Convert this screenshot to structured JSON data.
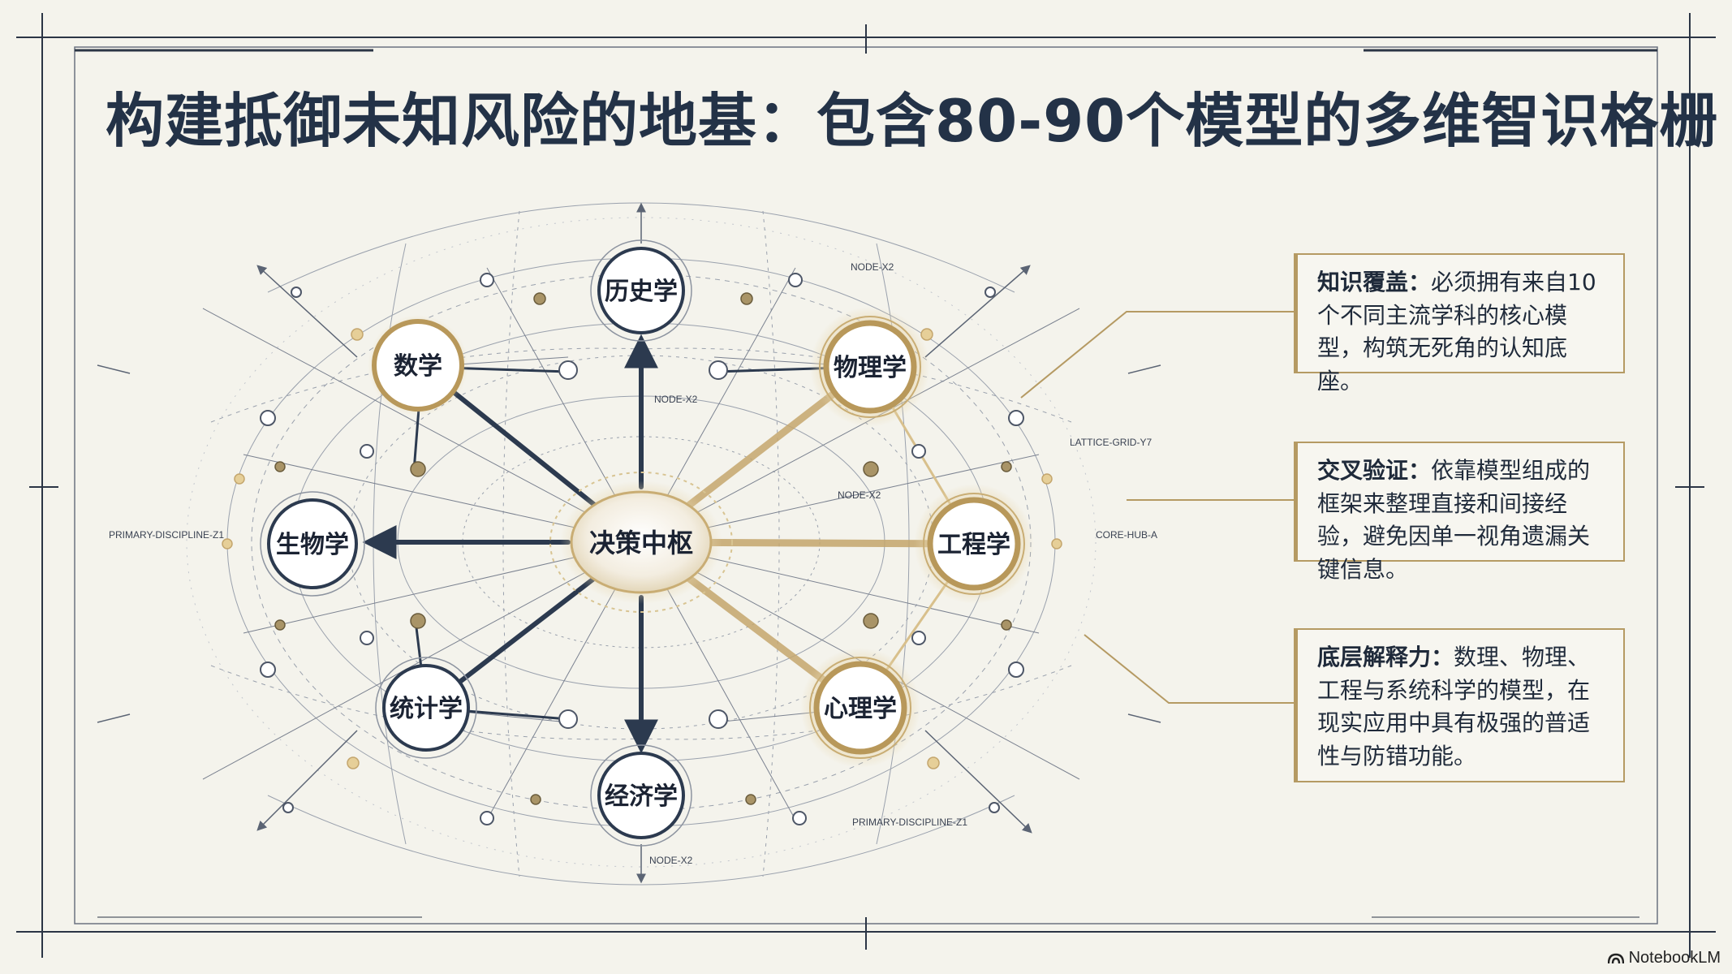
{
  "title": "构建抵御未知风险的地基：包含80-90个模型的多维智识格栅",
  "hub": {
    "label": "决策中枢"
  },
  "nodes": {
    "history": "历史学",
    "physics": "物理学",
    "engineering": "工程学",
    "psychology": "心理学",
    "economics": "经济学",
    "statistics": "统计学",
    "biology": "生物学",
    "math": "数学"
  },
  "tiny_labels": {
    "node_x2_top": "NODE-X2",
    "node_x2_mid_upper": "NODE-X2",
    "node_x2_mid_right": "NODE-X2",
    "node_x2_bottom": "NODE-X2",
    "lattice": "LATTICE-GRID-Y7",
    "core_hub": "CORE-HUB-A",
    "primary_left": "PRIMARY-DISCIPLINE-Z1",
    "primary_bottom": "PRIMARY-DISCIPLINE-Z1"
  },
  "callouts": [
    {
      "lead": "知识覆盖：",
      "body": "必须拥有来自10个不同主流学科的核心模型，构筑无死角的认知底座。"
    },
    {
      "lead": "交叉验证：",
      "body": "依靠模型组成的框架来整理直接和间接经验，避免因单一视角遗漏关键信息。"
    },
    {
      "lead": "底层解释力：",
      "body": "数理、物理、工程与系统科学的模型，在现实应用中具有极强的普适性与防错功能。"
    }
  ],
  "watermark": "NotebookLM",
  "colors": {
    "background": "#f4f3ec",
    "navy": "#2c3a4f",
    "gold": "#b8985a",
    "title": "#233247"
  }
}
